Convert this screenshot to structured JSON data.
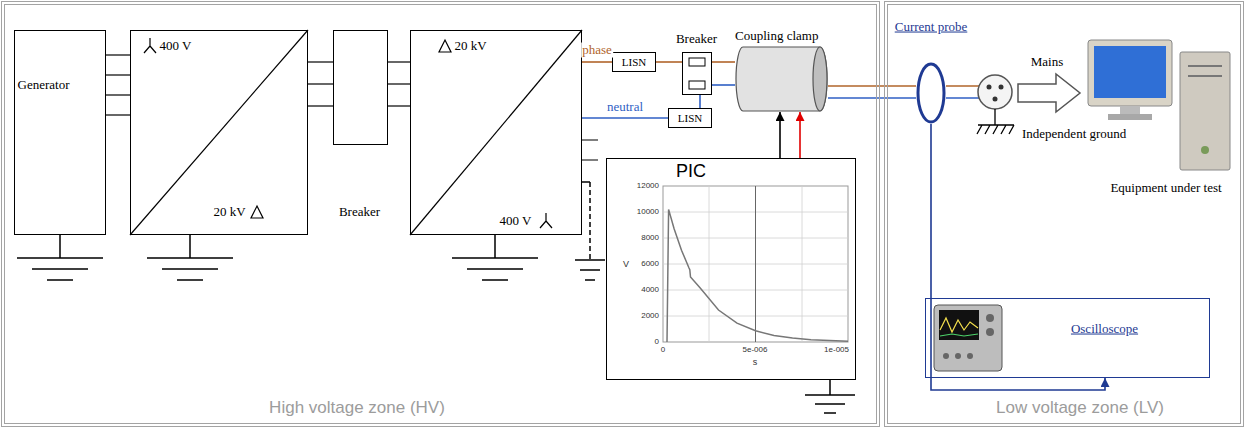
{
  "diagram": {
    "nodes": [
      {
        "text": [
          "High voltage zone (HV)"
        ]
      },
      {
        "text": [
          "Generator"
        ],
        "in": 0
      },
      {
        "text": [
          "400 V",
          "20 kV"
        ],
        "in": 0
      },
      {
        "text": [
          "Breaker"
        ],
        "in": 0
      },
      {
        "text": [
          "20 kV",
          "400 V"
        ],
        "in": 0
      },
      {
        "text": [
          "LISN"
        ],
        "in": 0
      },
      {
        "text": [
          "LISN"
        ],
        "in": 0
      },
      {
        "text": [
          "Breaker"
        ],
        "in": 0
      },
      {
        "text": [
          "Coupling clamp"
        ],
        "in": 0
      },
      {
        "text": [
          "PIC"
        ],
        "in": 0
      },
      {
        "text": [
          "Low voltage zone (LV)"
        ]
      },
      {
        "text": [
          "Current probe"
        ],
        "in": 10
      },
      {
        "text": [
          "Oscilloscope"
        ],
        "in": 10
      }
    ],
    "edges": [
      {
        "from": 1,
        "to": 2,
        "arrow": "none"
      },
      {
        "from": 1,
        "to": 2,
        "arrow": "none"
      },
      {
        "from": 1,
        "to": 2,
        "arrow": "none"
      },
      {
        "from": 1,
        "to": 2,
        "arrow": "none"
      },
      {
        "from": 2,
        "to": 3,
        "arrow": "none"
      },
      {
        "from": 2,
        "to": 3,
        "arrow": "none"
      },
      {
        "from": 2,
        "to": 3,
        "arrow": "none"
      },
      {
        "from": 3,
        "to": 4,
        "arrow": "none"
      },
      {
        "from": 3,
        "to": 4,
        "arrow": "none"
      },
      {
        "from": 3,
        "to": 4,
        "arrow": "none"
      },
      {
        "from": 4,
        "to": 5,
        "arrow": "none",
        "label": "phase"
      },
      {
        "from": 4,
        "to": 6,
        "arrow": "none",
        "label": "neutral"
      },
      {
        "from": 5,
        "to": 7,
        "arrow": "none"
      },
      {
        "from": 6,
        "to": 7,
        "arrow": "none"
      },
      {
        "from": 7,
        "to": 8,
        "arrow": "none"
      },
      {
        "from": 7,
        "to": 8,
        "arrow": "none"
      },
      {
        "from": 8,
        "to": 11,
        "arrow": "none"
      },
      {
        "from": 8,
        "to": 11,
        "arrow": "none"
      },
      {
        "from": 9,
        "to": 8,
        "arrow": "to"
      },
      {
        "from": 9,
        "to": 8,
        "arrow": "to"
      },
      {
        "from": 11,
        "to": 12,
        "arrow": "to"
      }
    ],
    "labels": [
      "Mains",
      "Independent ground",
      "Equipment under test",
      "12000",
      "10000",
      "8000",
      "6000",
      "4000",
      "2000",
      "0",
      "V",
      "0",
      "5e-006",
      "1e-005",
      "s"
    ]
  }
}
